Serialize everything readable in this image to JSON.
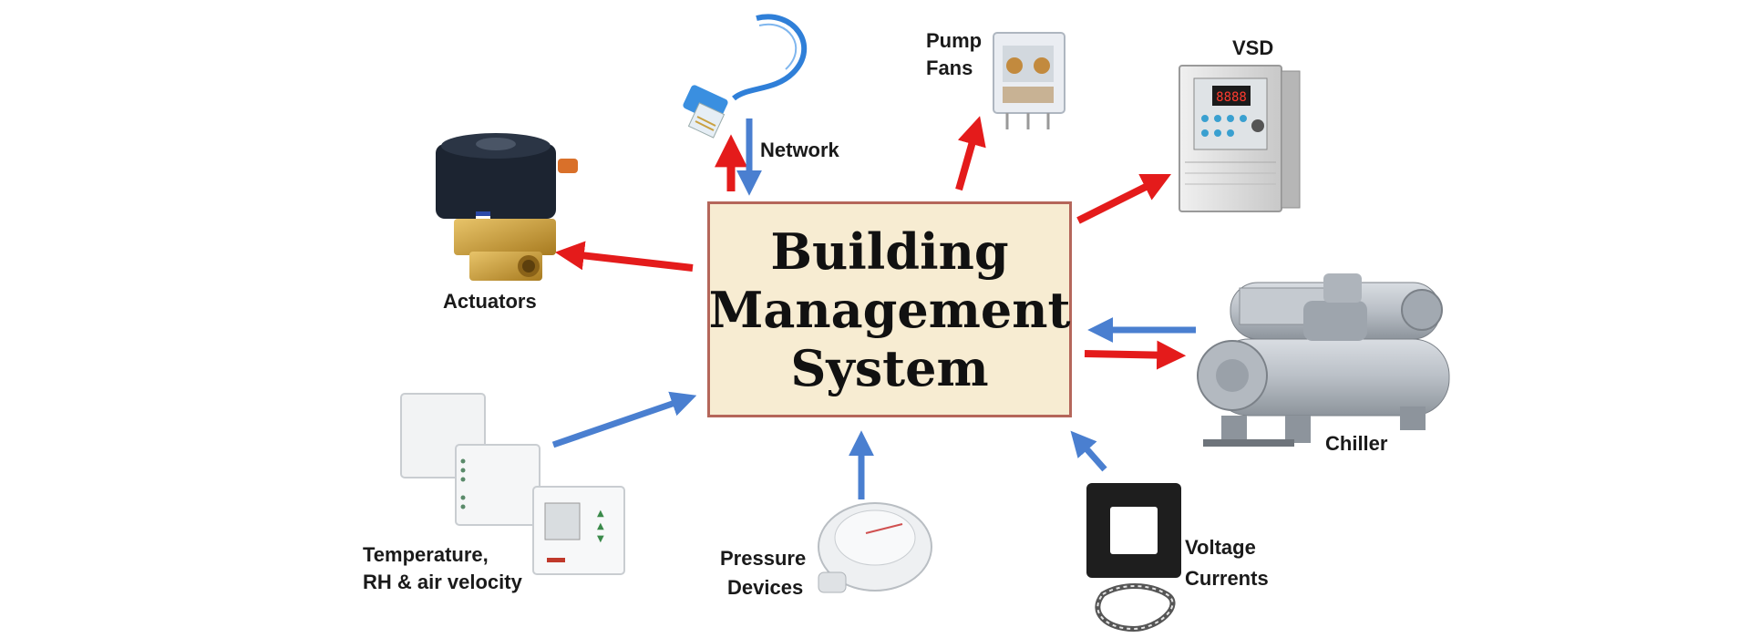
{
  "center": {
    "line1": "Building",
    "line2": "Management",
    "line3": "System"
  },
  "labels": {
    "network": "Network",
    "pump_line1": "Pump",
    "pump_line2": "Fans",
    "vsd": "VSD",
    "actuators": "Actuators",
    "chiller": "Chiller",
    "temp_line1": "Temperature,",
    "temp_line2": "RH & air velocity",
    "pressure_line1": "Pressure",
    "pressure_line2": "Devices",
    "voltage_line1": "Voltage",
    "voltage_line2": "Currents"
  },
  "devices": {
    "vsd_display": "8888"
  },
  "colors": {
    "output_arrow": "#e41b1b",
    "input_arrow": "#4a7fd0",
    "box_fill": "#f7ecd2",
    "box_border": "#b5665a"
  }
}
